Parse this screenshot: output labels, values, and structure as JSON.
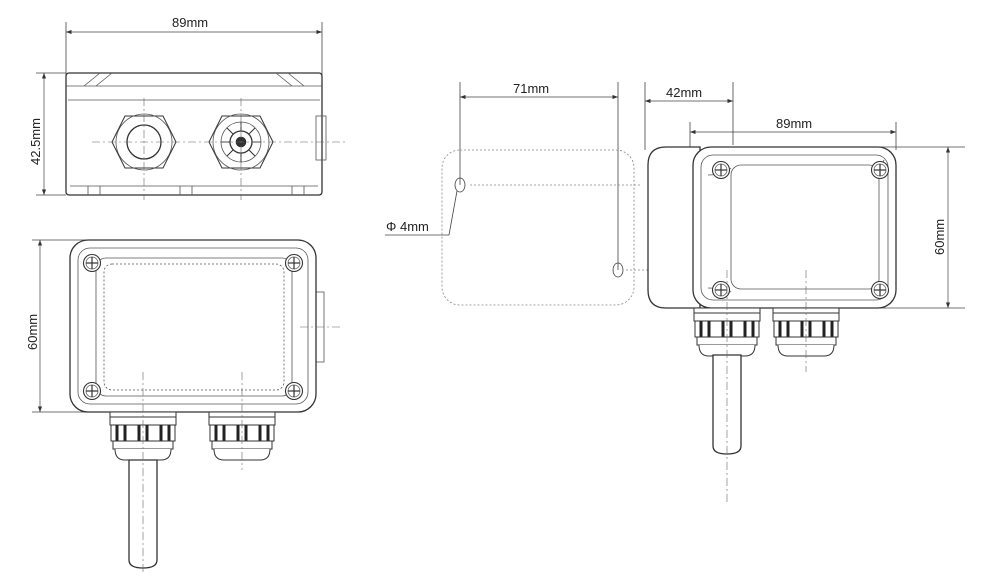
{
  "dimensions": {
    "top_width": "89mm",
    "top_height": "42.5mm",
    "front_height": "60mm",
    "hole_spacing": "71mm",
    "offset": "42mm",
    "right_width": "89mm",
    "right_height": "60mm",
    "hole_diameter": "Φ 4mm"
  },
  "icons": {
    "screw": "screw-icon",
    "cable_gland": "cable-gland-icon",
    "probe": "sensor-probe-icon"
  }
}
